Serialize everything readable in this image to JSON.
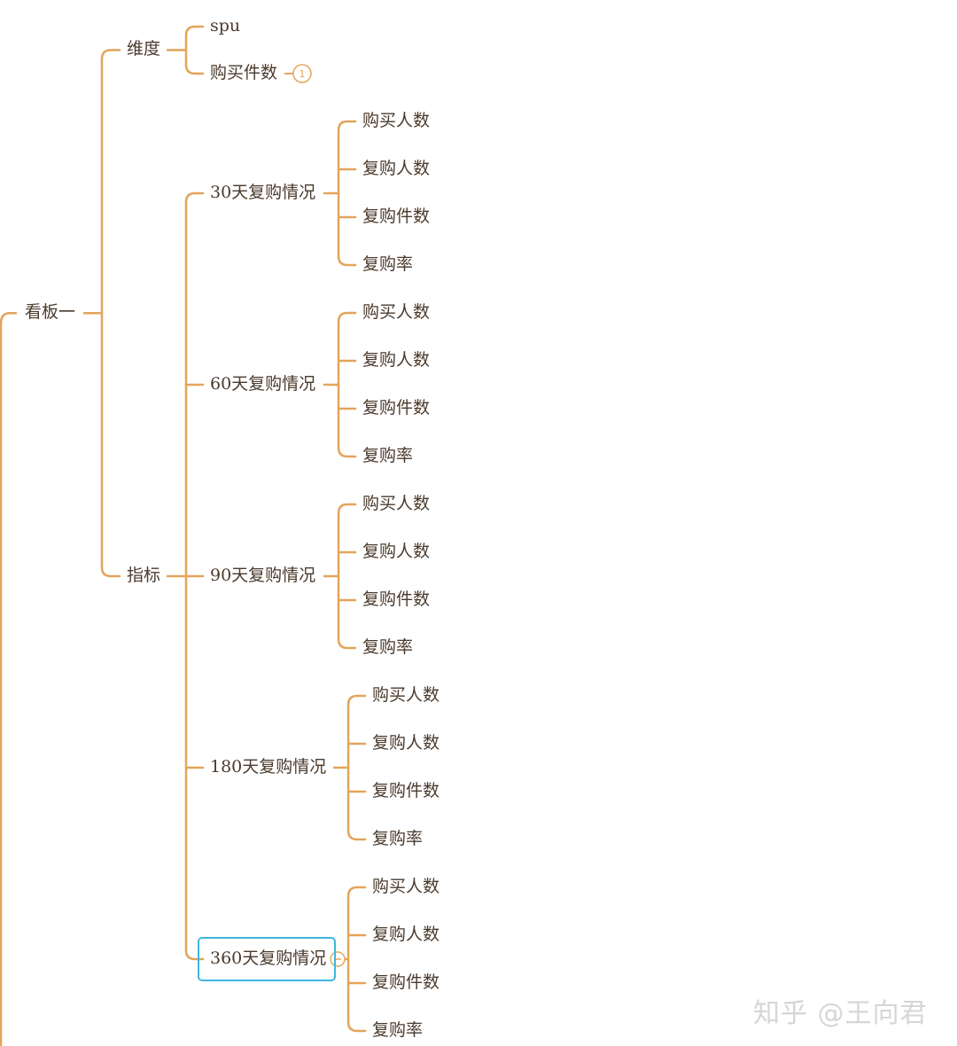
{
  "mindmap": {
    "line_color": "#e3a55a",
    "selected_color": "#3db7df",
    "text_color": "#4a3a2c",
    "root": {
      "label": "看板一",
      "children": [
        {
          "label": "维度",
          "children": [
            {
              "label": "spu"
            },
            {
              "label": "购买件数",
              "badge": "1"
            }
          ]
        },
        {
          "label": "指标",
          "children": [
            {
              "label": "30天复购情况",
              "children": [
                {
                  "label": "购买人数"
                },
                {
                  "label": "复购人数"
                },
                {
                  "label": "复购件数"
                },
                {
                  "label": "复购率"
                }
              ]
            },
            {
              "label": "60天复购情况",
              "children": [
                {
                  "label": "购买人数"
                },
                {
                  "label": "复购人数"
                },
                {
                  "label": "复购件数"
                },
                {
                  "label": "复购率"
                }
              ]
            },
            {
              "label": "90天复购情况",
              "children": [
                {
                  "label": "购买人数"
                },
                {
                  "label": "复购人数"
                },
                {
                  "label": "复购件数"
                },
                {
                  "label": "复购率"
                }
              ]
            },
            {
              "label": "180天复购情况",
              "children": [
                {
                  "label": "购买人数"
                },
                {
                  "label": "复购人数"
                },
                {
                  "label": "复购件数"
                },
                {
                  "label": "复购率"
                }
              ]
            },
            {
              "label": "360天复购情况",
              "selected": true,
              "collapse_icon": "minus-circle-icon",
              "children": [
                {
                  "label": "购买人数"
                },
                {
                  "label": "复购人数"
                },
                {
                  "label": "复购件数"
                },
                {
                  "label": "复购率"
                }
              ]
            }
          ]
        }
      ]
    }
  },
  "watermark": "知乎 @王向君"
}
